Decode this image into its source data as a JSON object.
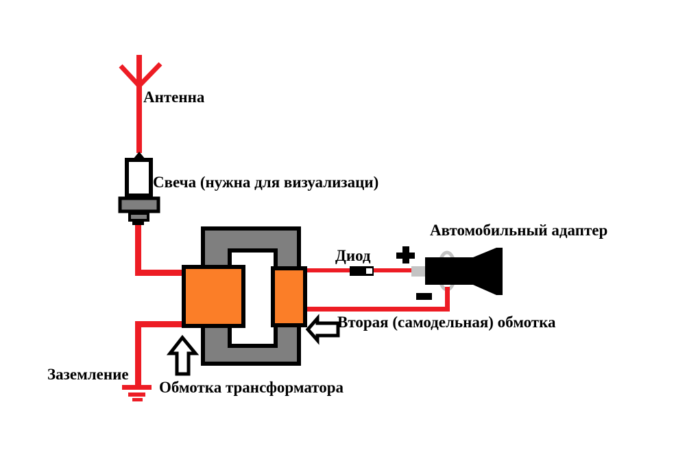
{
  "labels": {
    "antenna": "Антенна",
    "spark_plug": "Свеча (нужна для визуализаци)",
    "car_adapter": "Автомобильный адаптер",
    "diode": "Диод",
    "secondary_winding": "Вторая (самодельная) обмотка",
    "transformer_winding": "Обмотка трансформатора",
    "ground": "Заземление",
    "plus_symbol": "+",
    "minus_symbol": "−"
  },
  "colors": {
    "wire_red": "#ED1C24",
    "winding_orange": "#FB7E28",
    "core_gray": "#7F7F7F",
    "connector_light_gray": "#C3C3C3",
    "outline_black": "#000000",
    "background_white": "#FFFFFF"
  }
}
